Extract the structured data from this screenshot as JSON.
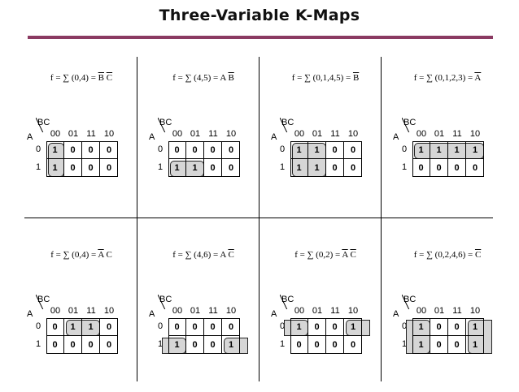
{
  "title": "Three-Variable K-Maps",
  "colors": {
    "rule": "#8b3a62",
    "group_fill": "#b4b4b4"
  },
  "kmap_labels": {
    "bc": "BC",
    "a": "A",
    "columns": [
      "00",
      "01",
      "11",
      "10"
    ],
    "rows": [
      "0",
      "1"
    ]
  },
  "maps": [
    {
      "formula_parts": [
        {
          "t": "f = ∑ (0,4) = "
        },
        {
          "t": "B",
          "o": true
        },
        {
          "t": " "
        },
        {
          "t": "C",
          "o": true
        }
      ],
      "cells": [
        [
          "1",
          "0",
          "0",
          "0"
        ],
        [
          "1",
          "0",
          "0",
          "0"
        ]
      ],
      "groups": [
        {
          "row": 0,
          "col": 0,
          "rows": 2,
          "cols": 1
        }
      ]
    },
    {
      "formula_parts": [
        {
          "t": "f = ∑ (4,5) = A "
        },
        {
          "t": "B",
          "o": true
        }
      ],
      "cells": [
        [
          "0",
          "0",
          "0",
          "0"
        ],
        [
          "1",
          "1",
          "0",
          "0"
        ]
      ],
      "groups": [
        {
          "row": 1,
          "col": 0,
          "rows": 1,
          "cols": 2
        }
      ]
    },
    {
      "formula_parts": [
        {
          "t": "f = ∑ (0,1,4,5) = "
        },
        {
          "t": "B",
          "o": true
        }
      ],
      "cells": [
        [
          "1",
          "1",
          "0",
          "0"
        ],
        [
          "1",
          "1",
          "0",
          "0"
        ]
      ],
      "groups": [
        {
          "row": 0,
          "col": 0,
          "rows": 2,
          "cols": 2
        }
      ]
    },
    {
      "formula_parts": [
        {
          "t": "f = ∑ (0,1,2,3) = "
        },
        {
          "t": "A",
          "o": true
        }
      ],
      "cells": [
        [
          "1",
          "1",
          "1",
          "1"
        ],
        [
          "0",
          "0",
          "0",
          "0"
        ]
      ],
      "groups": [
        {
          "row": 0,
          "col": 0,
          "rows": 1,
          "cols": 4
        }
      ]
    },
    {
      "formula_parts": [
        {
          "t": "f = ∑ (0,4) = "
        },
        {
          "t": "A",
          "o": true
        },
        {
          "t": " C"
        }
      ],
      "cells": [
        [
          "0",
          "1",
          "1",
          "0"
        ],
        [
          "0",
          "0",
          "0",
          "0"
        ]
      ],
      "groups": [
        {
          "row": 0,
          "col": 1,
          "rows": 1,
          "cols": 2
        }
      ]
    },
    {
      "formula_parts": [
        {
          "t": "f = ∑ (4,6) = A "
        },
        {
          "t": "C",
          "o": true
        }
      ],
      "cells": [
        [
          "0",
          "0",
          "0",
          "0"
        ],
        [
          "1",
          "0",
          "0",
          "1"
        ]
      ],
      "groups": [
        {
          "row": 1,
          "col": 0,
          "rows": 1,
          "cols": 1,
          "wrap": "L"
        },
        {
          "row": 1,
          "col": 3,
          "rows": 1,
          "cols": 1,
          "wrap": "R"
        }
      ]
    },
    {
      "formula_parts": [
        {
          "t": "f = ∑ (0,2) = "
        },
        {
          "t": "A",
          "o": true
        },
        {
          "t": " "
        },
        {
          "t": "C",
          "o": true
        }
      ],
      "cells": [
        [
          "1",
          "0",
          "0",
          "1"
        ],
        [
          "0",
          "0",
          "0",
          "0"
        ]
      ],
      "groups": [
        {
          "row": 0,
          "col": 0,
          "rows": 1,
          "cols": 1,
          "wrap": "L"
        },
        {
          "row": 0,
          "col": 3,
          "rows": 1,
          "cols": 1,
          "wrap": "R"
        }
      ]
    },
    {
      "formula_parts": [
        {
          "t": "f = ∑ (0,2,4,6) = "
        },
        {
          "t": "C",
          "o": true
        }
      ],
      "cells": [
        [
          "1",
          "0",
          "0",
          "1"
        ],
        [
          "1",
          "0",
          "0",
          "1"
        ]
      ],
      "groups": [
        {
          "row": 0,
          "col": 0,
          "rows": 2,
          "cols": 1,
          "wrap": "L"
        },
        {
          "row": 0,
          "col": 3,
          "rows": 2,
          "cols": 1,
          "wrap": "R"
        }
      ]
    }
  ]
}
